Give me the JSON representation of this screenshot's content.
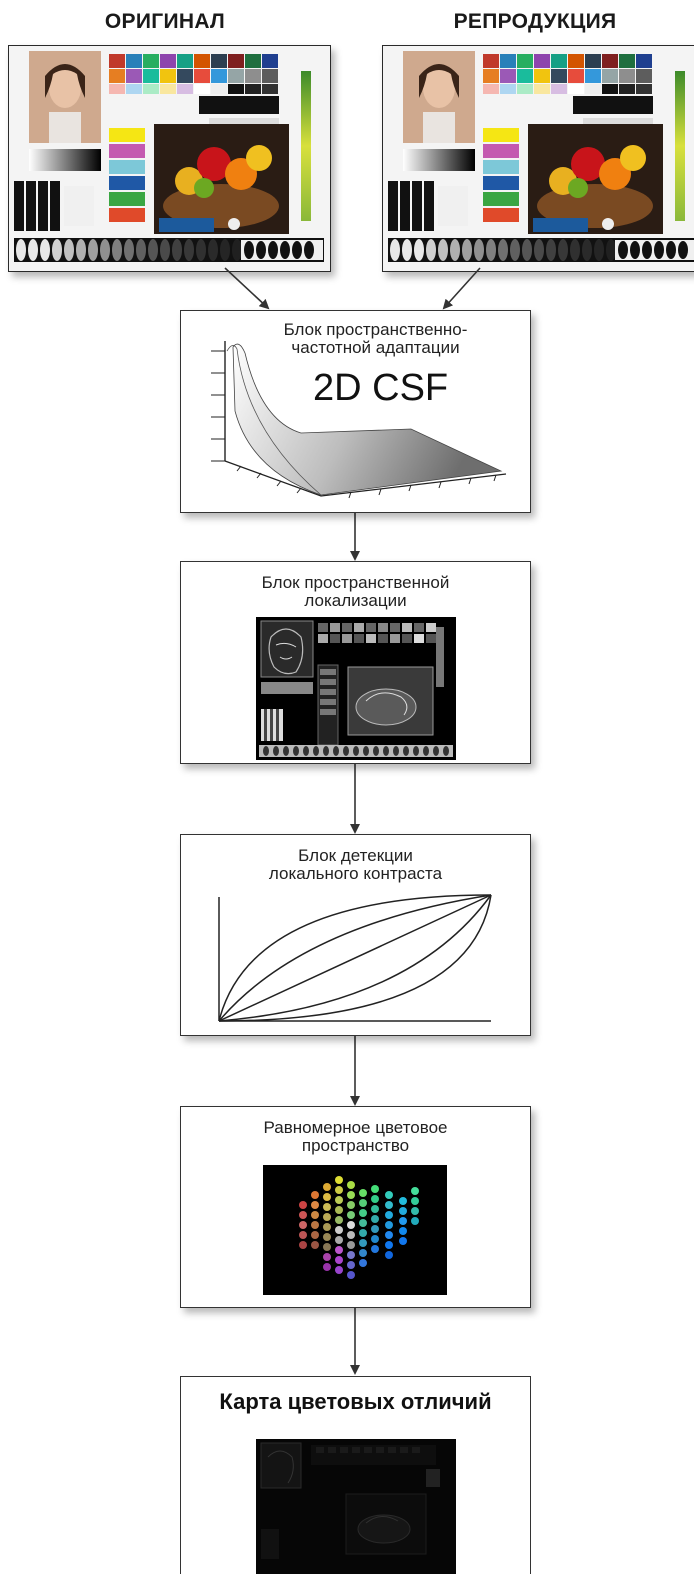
{
  "columns": {
    "original_label": "ОРИГИНАЛ",
    "reproduction_label": "РЕПРОДУКЦИЯ"
  },
  "blocks": [
    {
      "id": "csf",
      "line1": "Блок пространственно-",
      "line2": "частотной адаптации",
      "extra": "2D CSF"
    },
    {
      "id": "localization",
      "line1": "Блок пространственной",
      "line2": "локализации"
    },
    {
      "id": "contrast",
      "line1": "Блок детекции",
      "line2": "локального контраста"
    },
    {
      "id": "colorspace",
      "line1": "Равномерное цветовое",
      "line2": "пространство"
    },
    {
      "id": "difference_map",
      "title": "Карта цветовых отличий"
    }
  ],
  "colors": {
    "arrow": "#333333",
    "frame_border": "#2a2a2a",
    "thumb_background": "#000000"
  }
}
